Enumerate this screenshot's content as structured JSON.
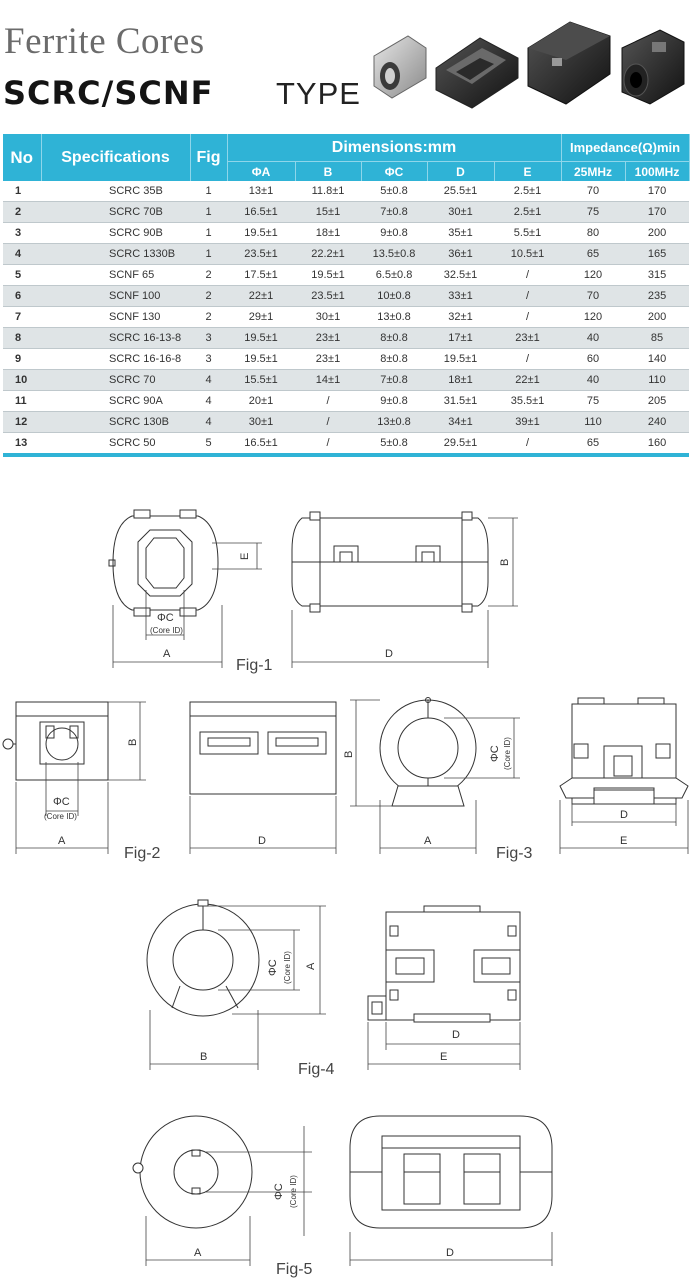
{
  "header": {
    "title_line1": "Ferrite Cores",
    "title_line2": "SCRC/SCNF",
    "title_line3": "TYPE"
  },
  "table": {
    "headers": {
      "no": "No",
      "specifications": "Specifications",
      "fig": "Fig",
      "dimensions": "Dimensions:mm",
      "impedance": "Impedance(Ω)min",
      "dim_cols": [
        "ΦA",
        "B",
        "ΦC",
        "D",
        "E"
      ],
      "imp_cols": [
        "25MHz",
        "100MHz"
      ]
    },
    "rows": [
      {
        "no": "1",
        "spec": "SCRC 35B",
        "fig": "1",
        "a": "13±1",
        "b": "11.8±1",
        "c": "5±0.8",
        "d": "25.5±1",
        "e": "2.5±1",
        "z25": "70",
        "z100": "170"
      },
      {
        "no": "2",
        "spec": "SCRC 70B",
        "fig": "1",
        "a": "16.5±1",
        "b": "15±1",
        "c": "7±0.8",
        "d": "30±1",
        "e": "2.5±1",
        "z25": "75",
        "z100": "170"
      },
      {
        "no": "3",
        "spec": "SCRC 90B",
        "fig": "1",
        "a": "19.5±1",
        "b": "18±1",
        "c": "9±0.8",
        "d": "35±1",
        "e": "5.5±1",
        "z25": "80",
        "z100": "200"
      },
      {
        "no": "4",
        "spec": "SCRC 1330B",
        "fig": "1",
        "a": "23.5±1",
        "b": "22.2±1",
        "c": "13.5±0.8",
        "d": "36±1",
        "e": "10.5±1",
        "z25": "65",
        "z100": "165"
      },
      {
        "no": "5",
        "spec": "SCNF 65",
        "fig": "2",
        "a": "17.5±1",
        "b": "19.5±1",
        "c": "6.5±0.8",
        "d": "32.5±1",
        "e": "/",
        "z25": "120",
        "z100": "315"
      },
      {
        "no": "6",
        "spec": "SCNF 100",
        "fig": "2",
        "a": "22±1",
        "b": "23.5±1",
        "c": "10±0.8",
        "d": "33±1",
        "e": "/",
        "z25": "70",
        "z100": "235"
      },
      {
        "no": "7",
        "spec": "SCNF 130",
        "fig": "2",
        "a": "29±1",
        "b": "30±1",
        "c": "13±0.8",
        "d": "32±1",
        "e": "/",
        "z25": "120",
        "z100": "200"
      },
      {
        "no": "8",
        "spec": "SCRC 16-13-8",
        "fig": "3",
        "a": "19.5±1",
        "b": "23±1",
        "c": "8±0.8",
        "d": "17±1",
        "e": "23±1",
        "z25": "40",
        "z100": "85"
      },
      {
        "no": "9",
        "spec": "SCRC 16-16-8",
        "fig": "3",
        "a": "19.5±1",
        "b": "23±1",
        "c": "8±0.8",
        "d": "19.5±1",
        "e": "/",
        "z25": "60",
        "z100": "140"
      },
      {
        "no": "10",
        "spec": "SCRC 70",
        "fig": "4",
        "a": "15.5±1",
        "b": "14±1",
        "c": "7±0.8",
        "d": "18±1",
        "e": "22±1",
        "z25": "40",
        "z100": "110"
      },
      {
        "no": "11",
        "spec": "SCRC 90A",
        "fig": "4",
        "a": "20±1",
        "b": "/",
        "c": "9±0.8",
        "d": "31.5±1",
        "e": "35.5±1",
        "z25": "75",
        "z100": "205"
      },
      {
        "no": "12",
        "spec": "SCRC 130B",
        "fig": "4",
        "a": "30±1",
        "b": "/",
        "c": "13±0.8",
        "d": "34±1",
        "e": "39±1",
        "z25": "110",
        "z100": "240"
      },
      {
        "no": "13",
        "spec": "SCRC 50",
        "fig": "5",
        "a": "16.5±1",
        "b": "/",
        "c": "5±0.8",
        "d": "29.5±1",
        "e": "/",
        "z25": "65",
        "z100": "160"
      }
    ]
  },
  "figures": {
    "fig1": {
      "label": "Fig-1",
      "dims": [
        "ΦC",
        "(Core ID)",
        "A",
        "E",
        "B",
        "D"
      ]
    },
    "fig2": {
      "label": "Fig-2",
      "dims": [
        "ΦC",
        "(Core ID)",
        "A",
        "B",
        "D"
      ]
    },
    "fig3": {
      "label": "Fig-3",
      "dims": [
        "B",
        "ΦC",
        "(Core ID)",
        "A",
        "D",
        "E"
      ]
    },
    "fig4": {
      "label": "Fig-4",
      "dims": [
        "ΦC",
        "(Core ID)",
        "A",
        "B",
        "D",
        "E"
      ]
    },
    "fig5": {
      "label": "Fig-5",
      "dims": [
        "ΦC",
        "(Core ID)",
        "A",
        "D"
      ]
    }
  }
}
